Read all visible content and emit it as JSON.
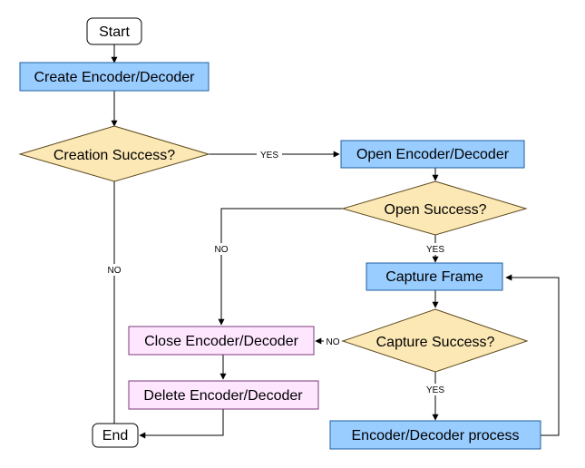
{
  "nodes": {
    "start": "Start",
    "create": "Create Encoder/Decoder",
    "creation_success": "Creation Success?",
    "open": "Open Encoder/Decoder",
    "open_success": "Open Success?",
    "capture_frame": "Capture Frame",
    "capture_success": "Capture Success?",
    "process": "Encoder/Decoder process",
    "close": "Close Encoder/Decoder",
    "delete": "Delete Encoder/Decoder",
    "end": "End"
  },
  "edge_labels": {
    "creation_yes": "YES",
    "creation_no": "NO",
    "open_yes": "YES",
    "open_no": "NO",
    "capture_yes": "YES",
    "capture_no": "NO"
  },
  "colors": {
    "process_fill": "#99ccff",
    "process_stroke": "#1f5fa0",
    "decision_fill": "#fce8b5",
    "decision_stroke": "#5c4a1e",
    "cleanup_fill": "#ffe6ff",
    "cleanup_stroke": "#7a3a7a",
    "terminal_fill": "#ffffff",
    "terminal_stroke": "#000000"
  }
}
